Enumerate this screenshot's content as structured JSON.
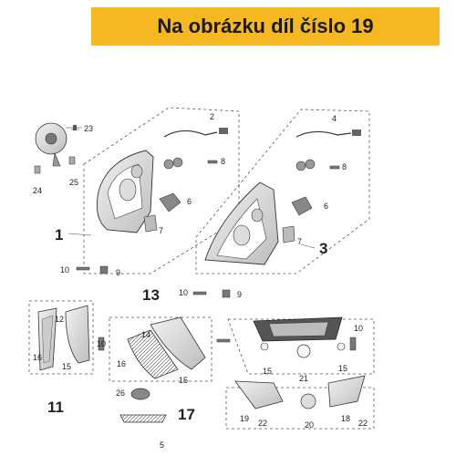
{
  "banner": {
    "text": "Na obrázku díl číslo 19"
  },
  "labels": {
    "l1": "1",
    "l2": "2",
    "l3": "3",
    "l4": "4",
    "l5": "5",
    "l6a": "6",
    "l6b": "6",
    "l7a": "7",
    "l7b": "7",
    "l8a": "8",
    "l8b": "8",
    "l9a": "9",
    "l9b": "9",
    "l10a": "10",
    "l10b": "10",
    "l10c": "10",
    "l10d": "10",
    "l11": "11",
    "l12": "12",
    "l13": "13",
    "l14": "14",
    "l15a": "15",
    "l15b": "15",
    "l15c": "15",
    "l15d": "15",
    "l16a": "16",
    "l16b": "16",
    "l17": "17",
    "l18": "18",
    "l19": "19",
    "l20": "20",
    "l21": "21",
    "l22a": "22",
    "l22b": "22",
    "l23": "23",
    "l24": "24",
    "l25": "25",
    "l26": "26"
  }
}
